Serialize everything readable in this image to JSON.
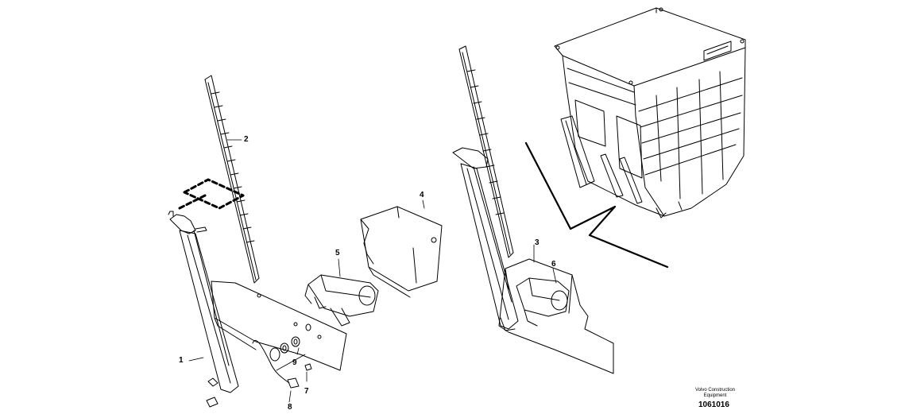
{
  "callouts": {
    "c1": "1",
    "c2": "2",
    "c3": "3",
    "c4": "4",
    "c5": "5",
    "c6": "6",
    "c7": "7",
    "c8": "8",
    "c9": "9"
  },
  "footer": {
    "brand_line1": "Volvo Construction",
    "brand_line2": "Equipment",
    "doc_number": "1061016"
  }
}
